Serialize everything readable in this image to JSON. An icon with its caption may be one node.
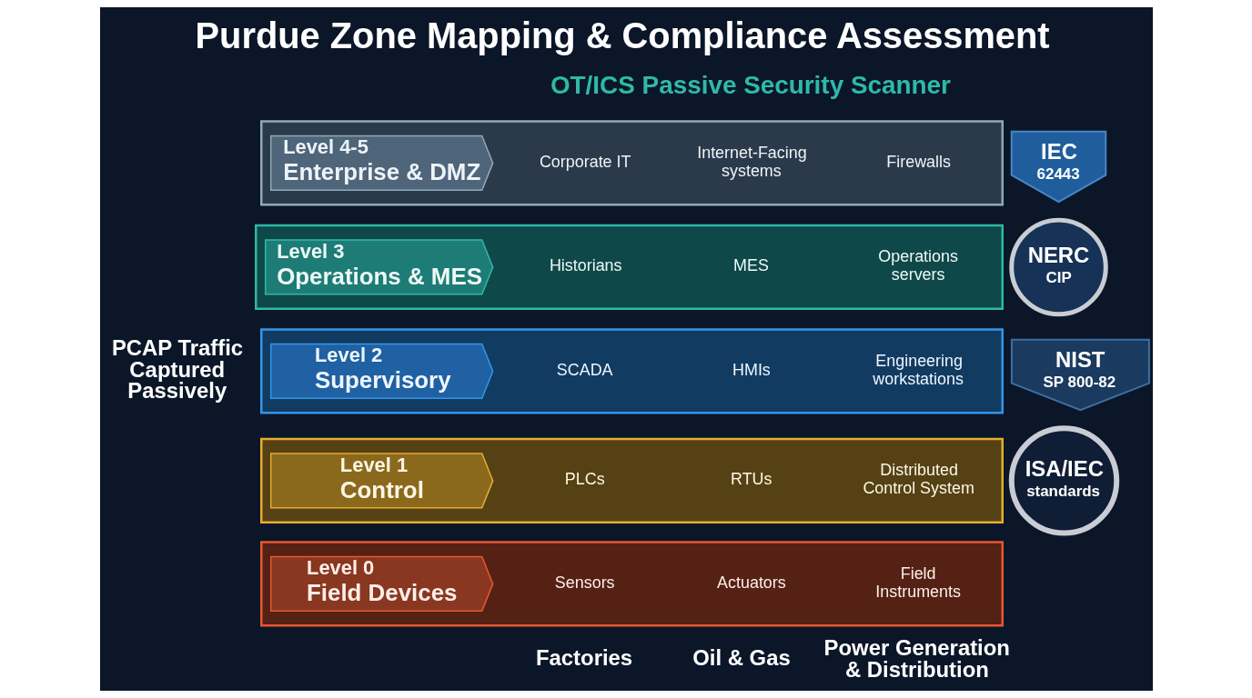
{
  "diagram": {
    "title": "Purdue Zone Mapping & Compliance Assessment",
    "nodes": [
      {
        "text": [],
        "shape": "box"
      },
      {
        "text": [
          "Level 4-5",
          "Enterprise & DMZ"
        ],
        "in": 0
      },
      {
        "text": [
          "Corporate IT"
        ],
        "in": 0
      },
      {
        "text": [
          "Internet-Facing systems"
        ],
        "in": 0
      },
      {
        "text": [
          "Firewalls"
        ],
        "in": 0
      },
      {
        "text": [],
        "shape": "box"
      },
      {
        "text": [
          "Level 3",
          "Operations & MES"
        ],
        "in": 5
      },
      {
        "text": [
          "Historians"
        ],
        "in": 5
      },
      {
        "text": [
          "MES"
        ],
        "in": 5
      },
      {
        "text": [
          "Operations servers"
        ],
        "in": 5
      },
      {
        "text": [],
        "shape": "box"
      },
      {
        "text": [
          "Level 2",
          "Supervisory"
        ],
        "in": 10
      },
      {
        "text": [
          "SCADA"
        ],
        "in": 10
      },
      {
        "text": [
          "HMIs"
        ],
        "in": 10
      },
      {
        "text": [
          "Engineering workstations"
        ],
        "in": 10
      },
      {
        "text": [],
        "shape": "box"
      },
      {
        "text": [
          "Level 1",
          "Control"
        ],
        "in": 15
      },
      {
        "text": [
          "PLCs"
        ],
        "in": 15
      },
      {
        "text": [
          "RTUs"
        ],
        "in": 15
      },
      {
        "text": [
          "Distributed Control System"
        ],
        "in": 15
      },
      {
        "text": [],
        "shape": "box"
      },
      {
        "text": [
          "Level 0",
          "Field Devices"
        ],
        "in": 20
      },
      {
        "text": [
          "Sensors"
        ],
        "in": 20
      },
      {
        "text": [
          "Actuators"
        ],
        "in": 20
      },
      {
        "text": [
          "Field Instruments"
        ],
        "in": 20
      },
      {
        "text": [
          "IEC",
          "62443"
        ]
      },
      {
        "text": [
          "NERC",
          "CIP"
        ]
      },
      {
        "text": [
          "NIST",
          "SP 800-82"
        ]
      },
      {
        "text": [
          "ISA/IEC",
          "standards"
        ]
      }
    ],
    "labels": [
      "OT/ICS Passive Security Scanner",
      "PCAP Traffic Captured Passively",
      "Factories",
      "Oil & Gas",
      "Power Generation & Distribution"
    ]
  }
}
